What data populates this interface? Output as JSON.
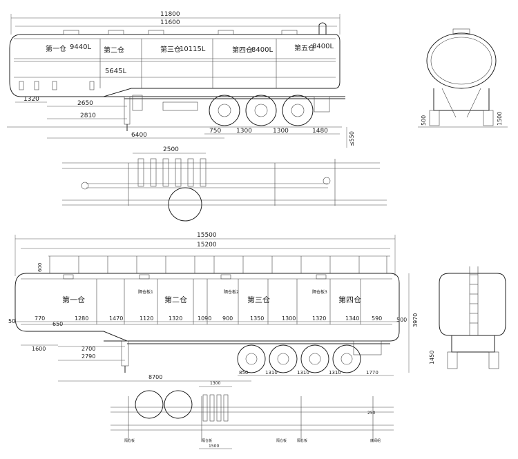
{
  "top_side_view": {
    "overall_dims": [
      "11800",
      "11600"
    ],
    "compartments": [
      "第一仓",
      "9440L",
      "第二仓",
      "5645L",
      "第三仓",
      "10115L",
      "第四仓",
      "8400L",
      "第五仓",
      "8400L"
    ],
    "bottom_dims": [
      "1320",
      "2650",
      "2810",
      "6400"
    ],
    "axle_dims": [
      "750",
      "1300",
      "1300",
      "1480"
    ],
    "height_mark": "≤550"
  },
  "top_front_view": {
    "dims": [
      "500",
      "1500"
    ]
  },
  "top_plan_view": {
    "width_dim": "2500"
  },
  "bottom_side_view": {
    "overall_dims": [
      "15500",
      "15200"
    ],
    "height_left": "600",
    "compartments": [
      "第一仓",
      "第二仓",
      "第三仓",
      "第四仓"
    ],
    "small_labels": [
      "隔仓板1",
      "隔仓板2",
      "隔仓板3"
    ],
    "segment_dims": [
      "50",
      "770",
      "650",
      "1280",
      "1470",
      "1120",
      "1320",
      "1090",
      "900",
      "1350",
      "1300",
      "1320",
      "1340",
      "590"
    ],
    "lower_dims": [
      "1600",
      "2700",
      "2790",
      "8700"
    ],
    "axle_dims": [
      "850",
      "1310",
      "1310",
      "1310",
      "1770"
    ],
    "right_dims": [
      "500",
      "3970"
    ]
  },
  "bottom_front_view": {
    "dims": [
      "1450"
    ]
  },
  "bottom_plan_view": {
    "dims": [
      "1300",
      "1500",
      "250"
    ],
    "labels": [
      "隔仓板",
      "隔仓板",
      "隔仓板",
      "隔仓板",
      "底阀组"
    ]
  }
}
